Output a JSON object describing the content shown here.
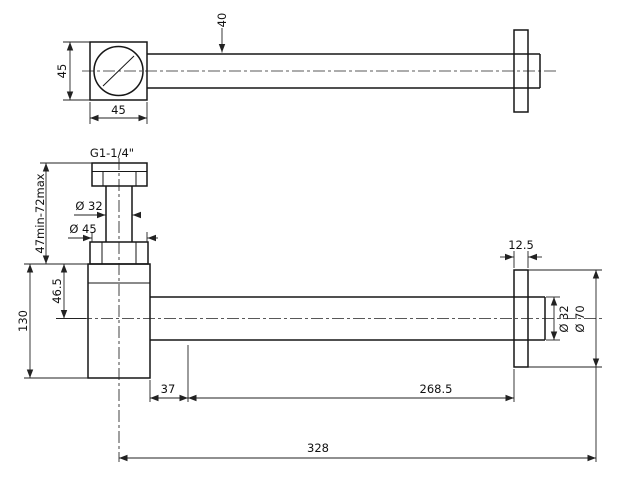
{
  "drawing": {
    "views": {
      "top": {
        "body_height": "45",
        "body_width": "45",
        "tube_diameter": "40"
      },
      "front": {
        "thread_label": "G1-1/4\"",
        "inlet_diameter": "Ø 32",
        "nut_diameter": "Ø 45",
        "height_adjust": "47min-72max",
        "axis_offset": "46.5",
        "body_height": "130",
        "flange_thickness": "12.5",
        "outlet_diameter": "Ø 32",
        "flange_diameter": "Ø 70",
        "body_to_joint": "37",
        "tube_length": "268.5",
        "overall_length": "328"
      }
    }
  }
}
